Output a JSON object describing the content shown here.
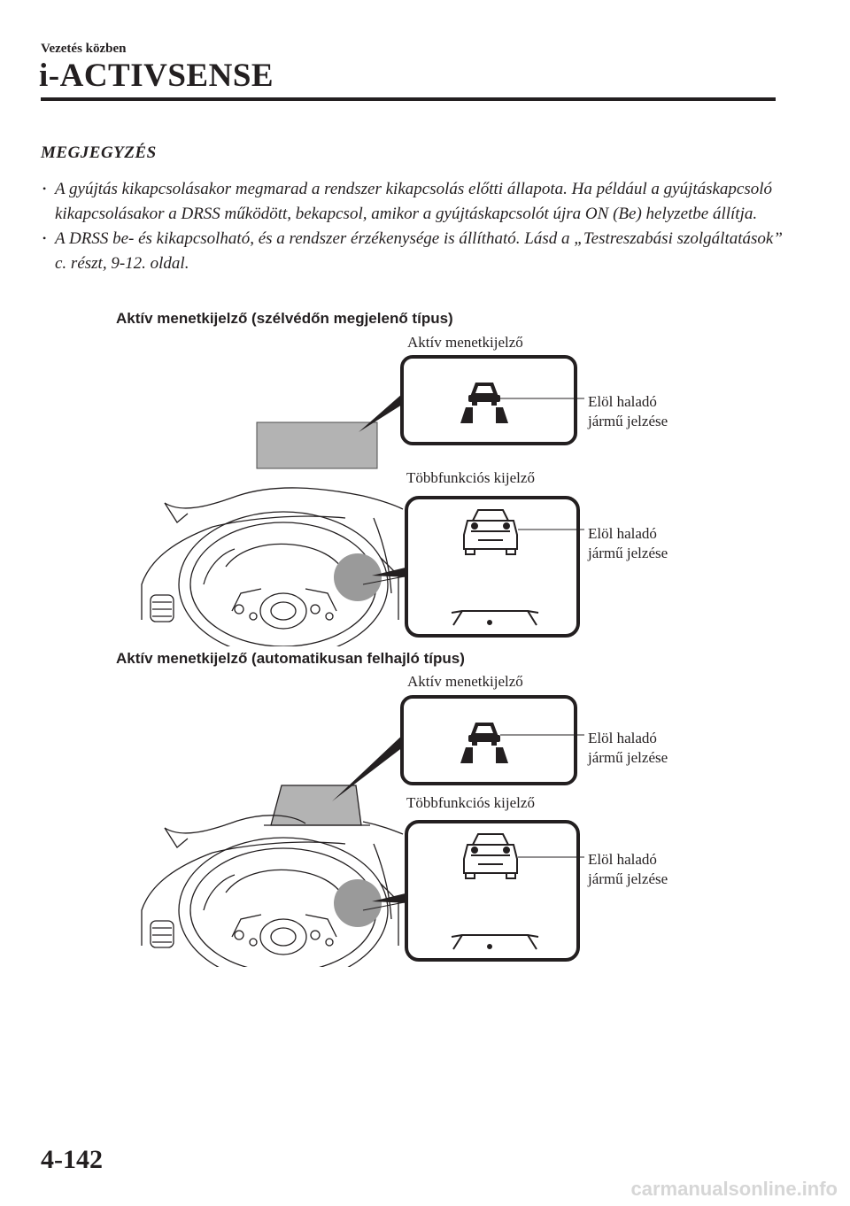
{
  "header": {
    "section": "Vezetés közben",
    "title": "i-ACTIVSENSE"
  },
  "note": {
    "heading": "MEGJEGYZÉS",
    "items": [
      "A gyújtás kikapcsolásakor megmarad a rendszer kikapcsolás előtti állapota. Ha például a gyújtáskapcsoló kikapcsolásakor a DRSS működött, bekapcsol, amikor a gyújtáskapcsolót újra ON (Be) helyzetbe állítja.",
      "A DRSS be- és kikapcsolható, és a rendszer érzékenysége is állítható. Lásd a „Testreszabási szolgáltatások” c. részt, 9-12. oldal."
    ]
  },
  "figures": [
    {
      "caption": "Aktív menetkijelző (szélvédőn megjelenő típus)",
      "hud_label": "Aktív menetkijelző",
      "mid_label": "Többfunkciós kijelző",
      "car_label_1": "Elöl haladó",
      "car_label_2": "jármű jelzése"
    },
    {
      "caption": "Aktív menetkijelző (automatikusan felhajló típus)",
      "hud_label": "Aktív menetkijelző",
      "mid_label": "Többfunkciós kijelző",
      "car_label_1": "Elöl haladó",
      "car_label_2": "jármű jelzése"
    }
  ],
  "footer": {
    "page_number": "4-142",
    "watermark": "carmanualsonline.info"
  }
}
